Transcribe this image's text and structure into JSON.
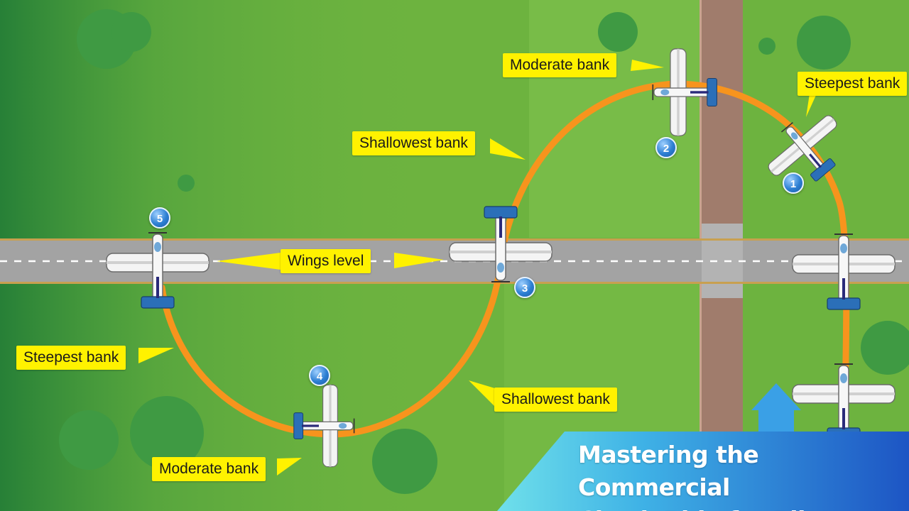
{
  "diagram": {
    "labels": {
      "moderate_bank_top": "Moderate bank",
      "steepest_bank_right": "Steepest bank",
      "shallowest_bank_upper": "Shallowest bank",
      "wings_level": "Wings level",
      "steepest_bank_left": "Steepest bank",
      "shallowest_bank_lower": "Shallowest bank",
      "moderate_bank_bottom": "Moderate bank"
    },
    "markers": [
      "1",
      "2",
      "3",
      "4",
      "5"
    ]
  },
  "banner": {
    "line1": "Mastering the Commercial",
    "line2": "Check Ride for Pilots"
  },
  "colors": {
    "grass": "#6db33f",
    "road": "#9a9a9a",
    "path": "#f7941d",
    "callout": "#fff200",
    "banner_blue": "#1e63c6",
    "banner_cyan": "#4fd3e6"
  }
}
